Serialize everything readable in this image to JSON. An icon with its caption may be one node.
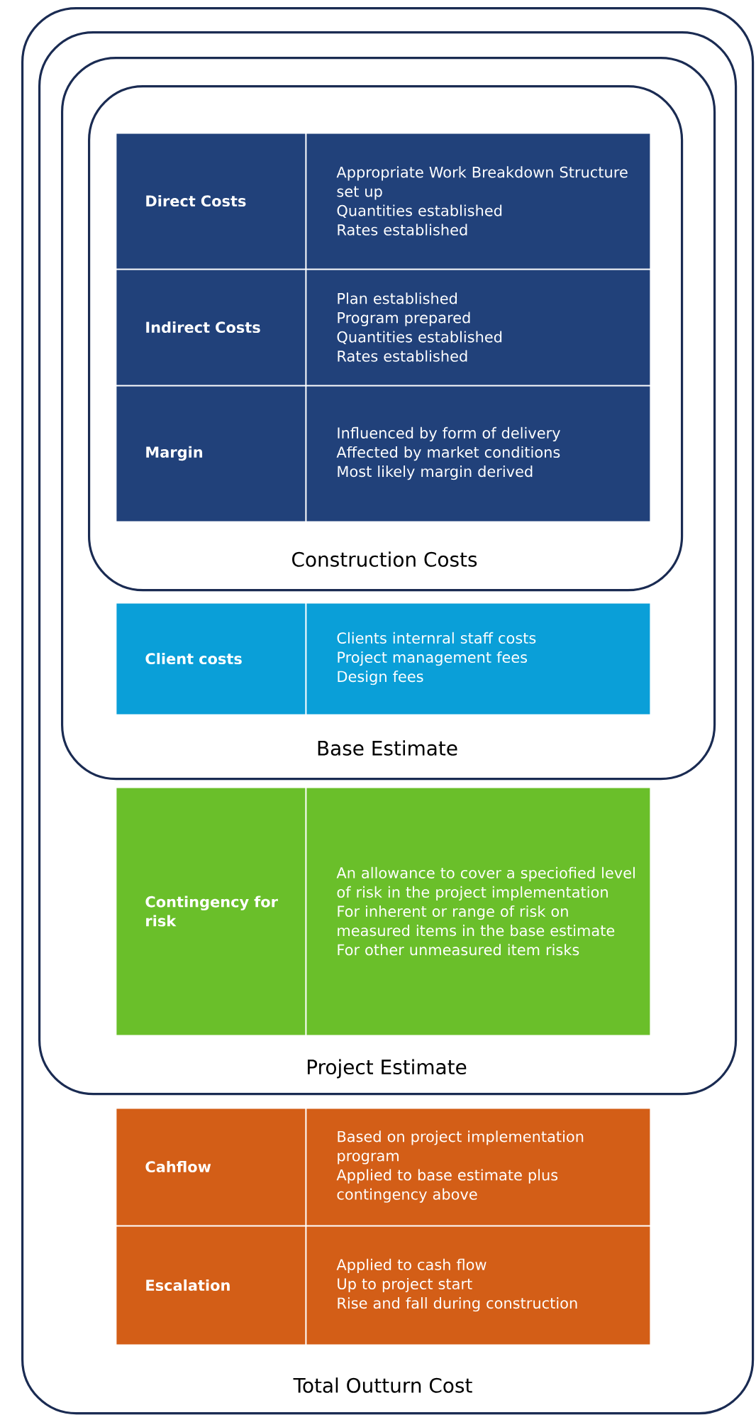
{
  "diagram": {
    "nodes": [
      {
        "text": [
          "Total Outturn Cost"
        ]
      },
      {
        "text": [
          "Project Estimate"
        ],
        "in": 0
      },
      {
        "text": [
          "Base Estimate"
        ],
        "in": 1
      },
      {
        "text": [
          "Construction Costs"
        ],
        "in": 2
      },
      {
        "text": [
          "Direct Costs"
        ],
        "in": 3
      },
      {
        "text": [
          "Appropriate Work Breakdown Structure set up",
          "Quantities established",
          "Rates established"
        ],
        "in": 3
      },
      {
        "text": [
          "Indirect Costs"
        ],
        "in": 3
      },
      {
        "text": [
          "Plan established",
          "Program prepared",
          "Quantities established",
          "Rates established"
        ],
        "in": 3
      },
      {
        "text": [
          "Margin"
        ],
        "in": 3
      },
      {
        "text": [
          "Influenced by form of delivery",
          "Affected by market conditions",
          "Most likely margin derived"
        ],
        "in": 3
      },
      {
        "text": [
          "Client costs"
        ],
        "in": 2
      },
      {
        "text": [
          "Clients internral staff costs",
          "Project management fees",
          "Design fees"
        ],
        "in": 2
      },
      {
        "text": [
          "Contingency for risk"
        ],
        "in": 1
      },
      {
        "text": [
          "An allowance to cover a speciofied level of risk in the project implementation",
          "For inherent or range of risk on measured items in the base estimate",
          "For other unmeasured item risks"
        ],
        "in": 1
      },
      {
        "text": [
          "Cahflow"
        ],
        "in": 0
      },
      {
        "text": [
          "Based on project implementation program",
          "Applied to base estimate plus contingency above"
        ],
        "in": 0
      },
      {
        "text": [
          "Escalation"
        ],
        "in": 0
      },
      {
        "text": [
          "Applied to cash flow",
          "Up to project start",
          "Rise and fall during construction"
        ],
        "in": 0
      }
    ]
  }
}
